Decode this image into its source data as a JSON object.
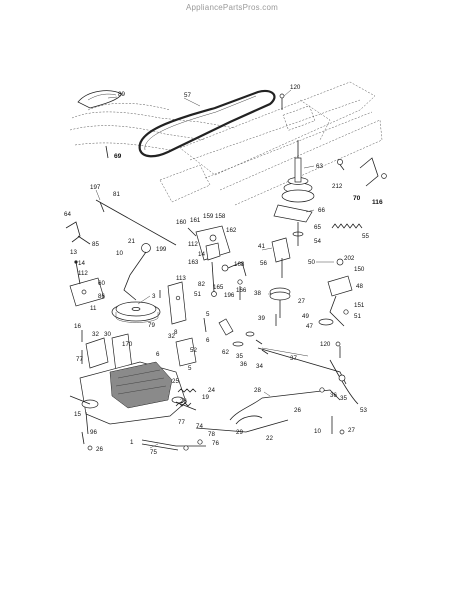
{
  "header": {
    "source": "AppliancePartsPros.com"
  },
  "diagram": {
    "callouts": [
      {
        "id": "c89",
        "text": "89"
      },
      {
        "id": "c57",
        "text": "57"
      },
      {
        "id": "c120a",
        "text": "120"
      },
      {
        "id": "c69",
        "text": "69"
      },
      {
        "id": "c63",
        "text": "63"
      },
      {
        "id": "c212",
        "text": "212"
      },
      {
        "id": "c70",
        "text": "70"
      },
      {
        "id": "c116",
        "text": "116"
      },
      {
        "id": "c197",
        "text": "197"
      },
      {
        "id": "c81",
        "text": "81"
      },
      {
        "id": "c64",
        "text": "64"
      },
      {
        "id": "c85",
        "text": "85"
      },
      {
        "id": "c66",
        "text": "66"
      },
      {
        "id": "c65",
        "text": "65"
      },
      {
        "id": "c54",
        "text": "54"
      },
      {
        "id": "c55",
        "text": "55"
      },
      {
        "id": "c41",
        "text": "41"
      },
      {
        "id": "c56",
        "text": "56"
      },
      {
        "id": "c160",
        "text": "160"
      },
      {
        "id": "c161",
        "text": "161"
      },
      {
        "id": "c159",
        "text": "159"
      },
      {
        "id": "c158",
        "text": "158"
      },
      {
        "id": "c162",
        "text": "162"
      },
      {
        "id": "c112a",
        "text": "112"
      },
      {
        "id": "c14a",
        "text": "14"
      },
      {
        "id": "c163",
        "text": "163"
      },
      {
        "id": "c21",
        "text": "21"
      },
      {
        "id": "c199",
        "text": "199"
      },
      {
        "id": "c10",
        "text": "10"
      },
      {
        "id": "c13",
        "text": "13"
      },
      {
        "id": "c14b",
        "text": "14"
      },
      {
        "id": "c112b",
        "text": "112"
      },
      {
        "id": "c60",
        "text": "60"
      },
      {
        "id": "c86",
        "text": "86"
      },
      {
        "id": "c11",
        "text": "11"
      },
      {
        "id": "c113",
        "text": "113"
      },
      {
        "id": "c165",
        "text": "165"
      },
      {
        "id": "c168",
        "text": "168"
      },
      {
        "id": "c82",
        "text": "82"
      },
      {
        "id": "c166",
        "text": "166"
      },
      {
        "id": "c196",
        "text": "196"
      },
      {
        "id": "c51a",
        "text": "51"
      },
      {
        "id": "c50",
        "text": "50"
      },
      {
        "id": "c202",
        "text": "202"
      },
      {
        "id": "c150",
        "text": "150"
      },
      {
        "id": "c48",
        "text": "48"
      },
      {
        "id": "c38",
        "text": "38"
      },
      {
        "id": "c27a",
        "text": "27"
      },
      {
        "id": "c151",
        "text": "151"
      },
      {
        "id": "c49",
        "text": "49"
      },
      {
        "id": "c47",
        "text": "47"
      },
      {
        "id": "c51b",
        "text": "51"
      },
      {
        "id": "c39",
        "text": "39"
      },
      {
        "id": "c120b",
        "text": "120"
      },
      {
        "id": "c3",
        "text": "3"
      },
      {
        "id": "c79",
        "text": "79"
      },
      {
        "id": "c8",
        "text": "8"
      },
      {
        "id": "c5",
        "text": "5"
      },
      {
        "id": "c6a",
        "text": "6"
      },
      {
        "id": "c16",
        "text": "16"
      },
      {
        "id": "c32a",
        "text": "32"
      },
      {
        "id": "c30",
        "text": "30"
      },
      {
        "id": "c32b",
        "text": "32"
      },
      {
        "id": "c170",
        "text": "170"
      },
      {
        "id": "c6b",
        "text": "6"
      },
      {
        "id": "c77a",
        "text": "77"
      },
      {
        "id": "c52",
        "text": "52"
      },
      {
        "id": "c62",
        "text": "62"
      },
      {
        "id": "c35a",
        "text": "35"
      },
      {
        "id": "c36a",
        "text": "36"
      },
      {
        "id": "c34",
        "text": "34"
      },
      {
        "id": "c37",
        "text": "37"
      },
      {
        "id": "c5b",
        "text": "5"
      },
      {
        "id": "c25",
        "text": "25"
      },
      {
        "id": "c26a",
        "text": "26"
      },
      {
        "id": "c24",
        "text": "24"
      },
      {
        "id": "c19",
        "text": "19"
      },
      {
        "id": "c28",
        "text": "28"
      },
      {
        "id": "c36b",
        "text": "36"
      },
      {
        "id": "c35b",
        "text": "35"
      },
      {
        "id": "c53",
        "text": "53"
      },
      {
        "id": "c26b",
        "text": "26"
      },
      {
        "id": "c15",
        "text": "15"
      },
      {
        "id": "c96",
        "text": "96"
      },
      {
        "id": "c26c",
        "text": "26"
      },
      {
        "id": "c1",
        "text": "1"
      },
      {
        "id": "c77b",
        "text": "77"
      },
      {
        "id": "c74",
        "text": "74"
      },
      {
        "id": "c29",
        "text": "29"
      },
      {
        "id": "c78",
        "text": "78"
      },
      {
        "id": "c76",
        "text": "76"
      },
      {
        "id": "c22",
        "text": "22"
      },
      {
        "id": "c75",
        "text": "75"
      },
      {
        "id": "c10b",
        "text": "10"
      },
      {
        "id": "c27b",
        "text": "27"
      }
    ]
  }
}
